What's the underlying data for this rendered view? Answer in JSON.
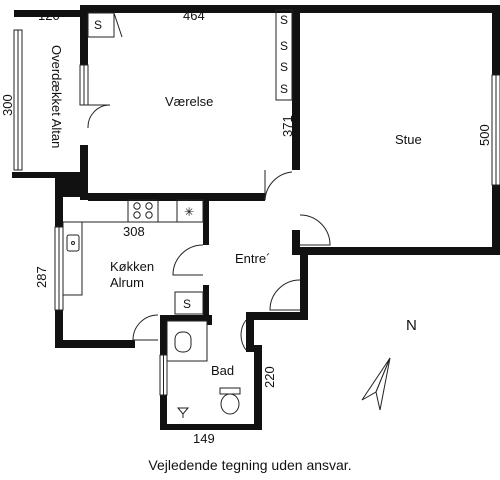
{
  "rooms": {
    "vaerelse": "Værelse",
    "stue": "Stue",
    "altan": "Overdækket Altan",
    "koekken_line1": "Køkken",
    "koekken_line2": "Alrum",
    "entre": "Entre´",
    "bad": "Bad"
  },
  "dimensions": {
    "altan_width": "120",
    "vaerelse_width": "464",
    "altan_height": "300",
    "vaerelse_height": "371",
    "stue_height": "500",
    "koekken_width": "308",
    "koekken_height": "287",
    "bad_height": "220",
    "bad_width": "149"
  },
  "closet_label": "S",
  "north_label": "N",
  "caption": "Vejledende tegning uden ansvar."
}
